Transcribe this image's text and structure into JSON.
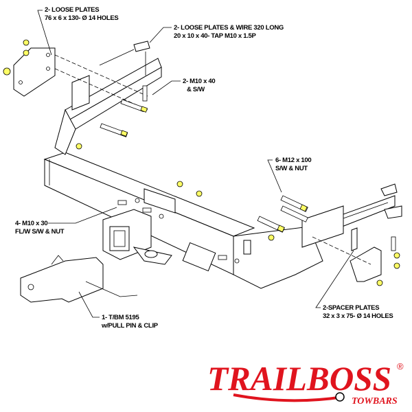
{
  "labels": {
    "loose_plates": {
      "line1": "2- LOOSE PLATES",
      "line2": "76 x 6 x 130- Ø 14 HOLES"
    },
    "loose_plates_wire": {
      "line1": "2- LOOSE PLATES & WIRE 320 LONG",
      "line2": "20 x 10 x 40- TAP M10 x 1.5P"
    },
    "m10x40": {
      "line1": "2- M10 x 40",
      "line2": "& S/W"
    },
    "m12x100": {
      "line1": "6- M12 x 100",
      "line2": "S/W & NUT"
    },
    "m10x30": {
      "line1": "4- M10 x 30",
      "line2": "FL/W S/W & NUT"
    },
    "tongue": {
      "line1": "1- T/BM 5195",
      "line2": "w/PULL PIN & CLIP"
    },
    "spacer_plates": {
      "line1": "2-SPACER PLATES",
      "line2": "32 x 3 x 75- Ø 14 HOLES"
    }
  },
  "logo": {
    "brand": "TRAILBOSS",
    "registered": "®",
    "tagline": "TOWBARS"
  },
  "colors": {
    "logo_red": "#e0141e",
    "hardware_yellow": "#ffff66"
  }
}
